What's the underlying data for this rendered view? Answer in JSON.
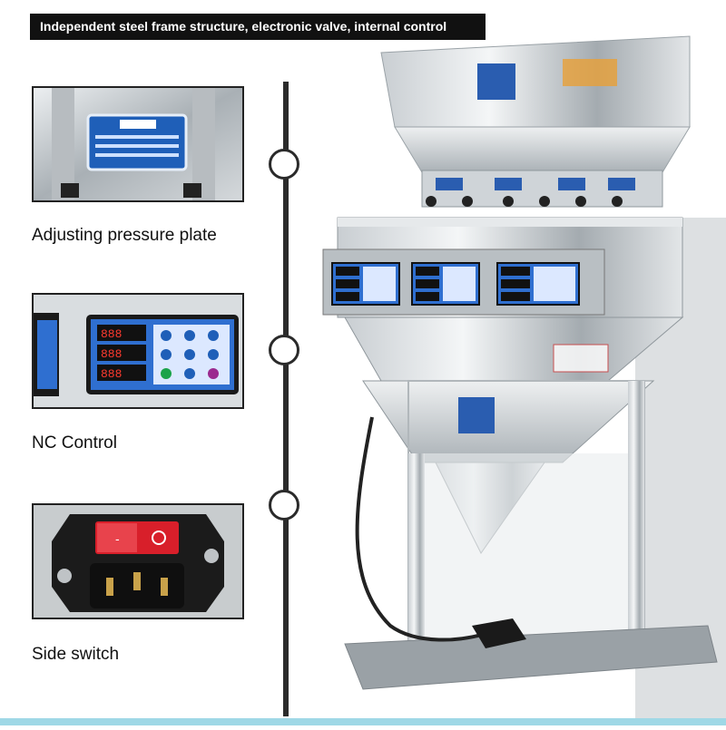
{
  "banner": {
    "text": "Independent steel frame structure, electronic valve, internal control"
  },
  "features": [
    {
      "caption": "Adjusting pressure plate"
    },
    {
      "caption": "NC Control"
    },
    {
      "caption": "Side switch"
    }
  ],
  "images": {
    "pressure_plate": "photo of adjusting pressure plate with blue instruction sign",
    "nc_control": "photo of digital control panel with red LED displays and blue buttons",
    "side_switch": "photo of red rocker switch with power socket"
  },
  "machine": {
    "description": "stainless steel multi-head weighing filling machine with hopper and three control panels"
  },
  "colors": {
    "banner_bg": "#111111",
    "banner_text": "#ffffff",
    "timeline": "#2b2b2b",
    "accent_blue": "#1f5fb8",
    "switch_red": "#d81f2a"
  }
}
